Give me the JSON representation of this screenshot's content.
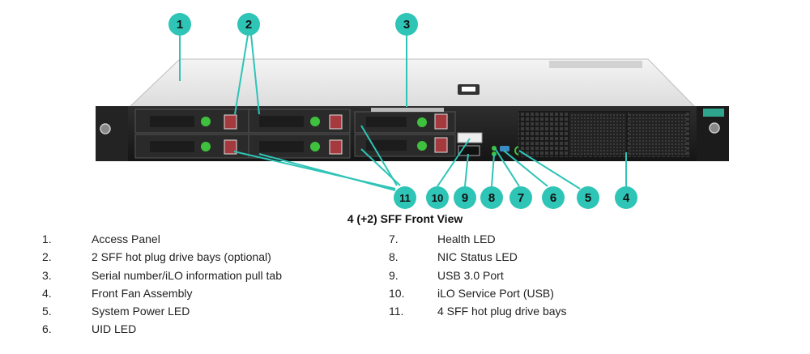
{
  "caption": "4 (+2) SFF Front View",
  "colors": {
    "callout": "#2ec4b6",
    "callout_text": "#111111",
    "leader_line": "#2ec4b6",
    "drive_release": "#a53a3e",
    "drive_led": "#3ec23e",
    "ilo_tab": "#2fa58e"
  },
  "callouts": [
    "1",
    "2",
    "3",
    "11",
    "10",
    "9",
    "8",
    "7",
    "6",
    "5",
    "4"
  ],
  "legend_left": [
    {
      "num": "1.",
      "text": "Access Panel"
    },
    {
      "num": "2.",
      "text": "2 SFF hot plug drive bays (optional)"
    },
    {
      "num": "3.",
      "text": "Serial number/iLO information pull tab"
    },
    {
      "num": "4.",
      "text": "Front Fan Assembly"
    },
    {
      "num": "5.",
      "text": "System Power LED"
    },
    {
      "num": "6.",
      "text": "UID LED"
    }
  ],
  "legend_right": [
    {
      "num": "7.",
      "text": "Health LED"
    },
    {
      "num": "8.",
      "text": "NIC Status LED"
    },
    {
      "num": "9.",
      "text": "USB 3.0 Port"
    },
    {
      "num": "10.",
      "text": "iLO Service Port (USB)"
    },
    {
      "num": "11.",
      "text": "4 SFF hot plug drive bays"
    }
  ]
}
